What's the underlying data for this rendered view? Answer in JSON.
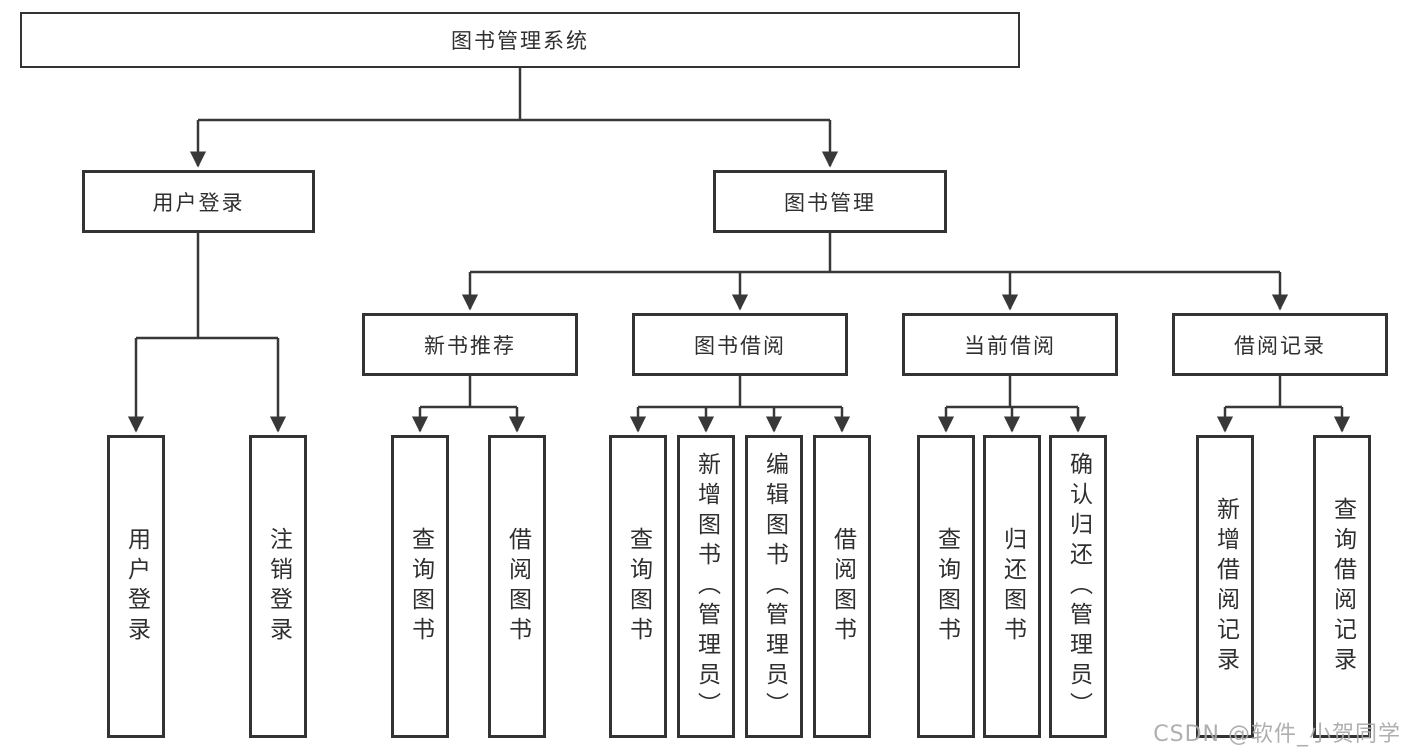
{
  "diagram_type": "hierarchy-tree",
  "colors": {
    "line": "#383838",
    "box_border": "#333333",
    "text": "#2f2f2f",
    "background": "#ffffff",
    "watermark": "#a8a8a8"
  },
  "tree": {
    "label": "图书管理系统",
    "children": [
      {
        "label": "用户登录",
        "children": [
          {
            "label": "用户登录"
          },
          {
            "label": "注销登录"
          }
        ]
      },
      {
        "label": "图书管理",
        "children": [
          {
            "label": "新书推荐",
            "children": [
              {
                "label": "查询图书"
              },
              {
                "label": "借阅图书"
              }
            ]
          },
          {
            "label": "图书借阅",
            "children": [
              {
                "label": "查询图书"
              },
              {
                "label": "新增图书（管理员）"
              },
              {
                "label": "编辑图书（管理员）"
              },
              {
                "label": "借阅图书"
              }
            ]
          },
          {
            "label": "当前借阅",
            "children": [
              {
                "label": "查询图书"
              },
              {
                "label": "归还图书"
              },
              {
                "label": "确认归还（管理员）"
              }
            ]
          },
          {
            "label": "借阅记录",
            "children": [
              {
                "label": "新增借阅记录"
              },
              {
                "label": "查询借阅记录"
              }
            ]
          }
        ]
      }
    ]
  },
  "watermark": "CSDN @软件_小贺同学"
}
